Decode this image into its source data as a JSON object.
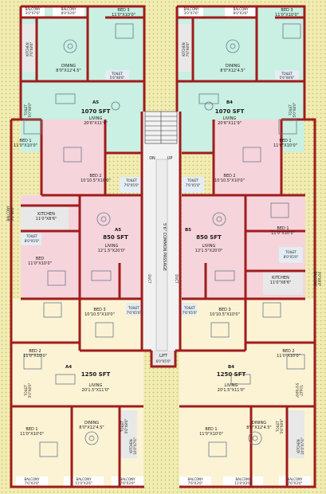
{
  "colors": {
    "wall": "#a01c1c",
    "mint": "#c9f0e2",
    "pink": "#f6d4dc",
    "cream": "#fbf3d4",
    "lobby": "#f2f2f2",
    "kitchen": "#e8e8e8",
    "ground": "#f1ecb2",
    "dots": "#c8c27a",
    "furniture": "#6a7a8c"
  },
  "core": {
    "dn": "DN",
    "up": "UP",
    "passage": "5'6\" COMMON PASSAGE",
    "lift": "LIFT",
    "lift_size": "6'0\"X5'0\"",
    "duct": "DUCT"
  },
  "units": {
    "a5": {
      "label": "A5",
      "area": "1070 SFT",
      "living": {
        "name": "LIVING",
        "size": "20'6\"X11'9\""
      },
      "bed1": {
        "name": "BED 1",
        "size": "11'0\"X10'0\""
      },
      "bed2": {
        "name": "BED 2",
        "size": "10'10.5\"X10'0\""
      },
      "bed3": {
        "name": "BED 3",
        "size": "11'0\"X10'0\""
      },
      "dining": {
        "name": "DINING",
        "size": "8'0\"X12'4.5\""
      },
      "kitchen": {
        "name": "KITCHEN",
        "size": "7'6\"X8'6\""
      },
      "toilet_top": {
        "name": "TOILET",
        "size": "5'6\"X8'6\""
      },
      "toilet_side": {
        "name": "TOILET",
        "size": "5'0\"X8'0\""
      },
      "toilet_mid": {
        "name": "TOILET",
        "size": "7'6\"X5'0\""
      },
      "balcony1": {
        "name": "BALCONY",
        "size": "3'0\"X7'6\""
      },
      "balcony2": {
        "name": "BALCONY",
        "size": "8'0\"X3'6\""
      }
    },
    "b4": {
      "label": "B4",
      "area": "1070 SFT",
      "living": {
        "name": "LIVING",
        "size": "20'6\"X11'9\""
      },
      "bed1": {
        "name": "BED 1",
        "size": "11'0\"X10'0\""
      },
      "bed2": {
        "name": "BED 2",
        "size": "10'10.5\"X10'0\""
      },
      "bed3": {
        "name": "BED 3",
        "size": "11'0\"X10'0\""
      },
      "dining": {
        "name": "DINING",
        "size": "8'0\"X12'4.5\""
      },
      "kitchen": {
        "name": "KITCHEN",
        "size": "7'6\"X8'6\""
      },
      "toilet_top": {
        "name": "TOILET",
        "size": "5'6\"X8'6\""
      },
      "toilet_side": {
        "name": "TOILET",
        "size": "5'0\"X8'0\""
      },
      "toilet_mid": {
        "name": "TOILET",
        "size": "7'6\"X5'0\""
      },
      "balcony1": {
        "name": "BALCONY",
        "size": "3'0\"X7'6\""
      },
      "balcony2": {
        "name": "BALCONY",
        "size": "8'0\"X3'6\""
      }
    },
    "a5s": {
      "label": "A5",
      "area": "850 SFT",
      "living": {
        "name": "LIVING",
        "size": "12'1.5\"X20'0\""
      },
      "bed": {
        "name": "BED",
        "size": "11'0\"X10'0\""
      },
      "kitchen": {
        "name": "KITCHEN",
        "size": "11'0\"X8'6\""
      },
      "toilet": {
        "name": "TOILET",
        "size": "8'0\"X5'0\""
      },
      "toilet2": {
        "name": "TOILET",
        "size": "7'6\"X5'0\""
      },
      "balcony": {
        "name": "BALCONY",
        "size": "3'0\"X8'0\""
      }
    },
    "b5s": {
      "label": "B5",
      "area": "850 SFT",
      "living": {
        "name": "LIVING",
        "size": "12'1.5\"X20'0\""
      },
      "bed": {
        "name": "BED 1",
        "size": "11'0\"X10'0\""
      },
      "kitchen": {
        "name": "KITCHEN",
        "size": "11'0\"X8'6\""
      },
      "toilet": {
        "name": "TOILET",
        "size": "8'0\"X5'0\""
      },
      "toilet2": {
        "name": "TOILET",
        "size": "7'6\"X5'0\""
      },
      "balcony": {
        "name": "BALCONY",
        "size": "3'0\"X8'0\""
      }
    },
    "a4": {
      "label": "A4",
      "area": "1250 SFT",
      "living": {
        "name": "LIVING",
        "size": "20'1.5\"X11'0\""
      },
      "bed1": {
        "name": "BED 1",
        "size": "11'0\"X10'0\""
      },
      "bed2": {
        "name": "BED 2",
        "size": "11'0\"X10'0\""
      },
      "bed3": {
        "name": "BED 3",
        "size": "10'10.5\"X10'0\""
      },
      "dining": {
        "name": "DINING",
        "size": "8'0\"X12'4.5\""
      },
      "kitchen": {
        "name": "KITCHEN",
        "size": "10'0\"X7'6\""
      },
      "toilet": {
        "name": "TOILET",
        "size": "5'6\"X8'6\""
      },
      "toilet_side": {
        "name": "TOILET",
        "size": "5'0\"X8'0\""
      },
      "balcony1": {
        "name": "BALCONY",
        "size": "7'6\"X3'0\""
      },
      "balcony2": {
        "name": "BALCONY",
        "size": "11'0\"X3'6\""
      },
      "balcony3": {
        "name": "BALCONY",
        "size": "7'6\"X3'0\""
      }
    },
    "b4b": {
      "label": "B4",
      "area": "1250 SFT",
      "living": {
        "name": "LIVING",
        "size": "20'1.5\"X11'0\""
      },
      "bed1": {
        "name": "BED 1",
        "size": "11'0\"X10'0\""
      },
      "bed2": {
        "name": "BED 2",
        "size": "11'0\"X10'0\""
      },
      "bed3": {
        "name": "BED 3",
        "size": "10'10.5\"X10'0\""
      },
      "dining": {
        "name": "DINING",
        "size": "8'0\"X12'4.5\""
      },
      "kitchen": {
        "name": "KITCHEN",
        "size": "10'0\"X7'6\""
      },
      "toilet": {
        "name": "TOILET",
        "size": "5'6\"X8'6\""
      },
      "toilet_side": {
        "name": "TOILET",
        "size": "5'0\"X8'0\""
      },
      "balcony1": {
        "name": "BALCONY",
        "size": "7'6\"X3'0\""
      },
      "balcony2": {
        "name": "BALCONY",
        "size": "11'0\"X3'6\""
      },
      "balcony3": {
        "name": "BALCONY",
        "size": "7'6\"X3'0\""
      }
    }
  }
}
